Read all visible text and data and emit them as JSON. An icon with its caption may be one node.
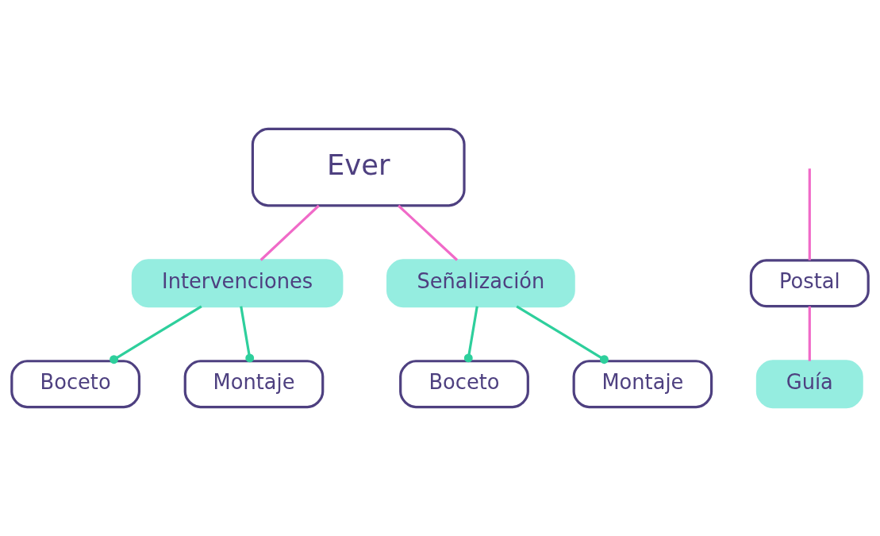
{
  "diagram": {
    "nodes": [
      {
        "text": [
          "Ever"
        ]
      },
      {
        "text": [
          "Intervenciones"
        ]
      },
      {
        "text": [
          "Boceto"
        ]
      },
      {
        "text": [
          "Montaje"
        ]
      },
      {
        "text": [
          "Señalización"
        ]
      },
      {
        "text": [
          "Boceto"
        ]
      },
      {
        "text": [
          "Montaje"
        ]
      },
      {
        "text": [
          "Postal"
        ]
      },
      {
        "text": [
          "Guía"
        ]
      }
    ],
    "edges": [
      {
        "from": 0,
        "to": 1,
        "arrow": "none"
      },
      {
        "from": 0,
        "to": 4,
        "arrow": "none"
      },
      {
        "from": 1,
        "to": 2,
        "arrow": "other",
        "color": "#2ecf9c"
      },
      {
        "from": 1,
        "to": 3,
        "arrow": "other",
        "color": "#2ecf9c"
      },
      {
        "from": 4,
        "to": 5,
        "arrow": "other",
        "color": "#2ecf9c"
      },
      {
        "from": 4,
        "to": 6,
        "arrow": "other",
        "color": "#2ecf9c"
      },
      {
        "from": null,
        "to": 7,
        "arrow": "none"
      },
      {
        "from": 7,
        "to": 8,
        "arrow": "none"
      }
    ]
  }
}
